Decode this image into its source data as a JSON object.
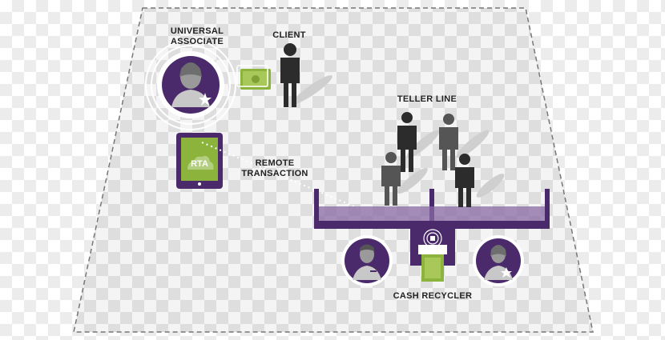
{
  "labels": {
    "universal_associate_line1": "UNIVERSAL",
    "universal_associate_line2": "ASSOCIATE",
    "client": "CLIENT",
    "teller_line": "TELLER LINE",
    "remote_transaction_line1": "REMOTE",
    "remote_transaction_line2": "TRANSACTION",
    "cash_recycler": "CASH RECYCLER",
    "rta": "RTA"
  },
  "colors": {
    "purple": "#4a2a6b",
    "purple_light": "#8a6aa5",
    "green": "#8cb43c",
    "green_light": "#a8c85a",
    "figure_dark": "#2c2c2c",
    "shadow": "#cfcfcf",
    "floor_border": "#777777"
  },
  "icons": {
    "associate": "person-star-icon",
    "teller": "person-tie-icon",
    "tablet": "tablet-icon",
    "cash": "banknote-icon",
    "recycler": "cash-recycler-icon"
  }
}
